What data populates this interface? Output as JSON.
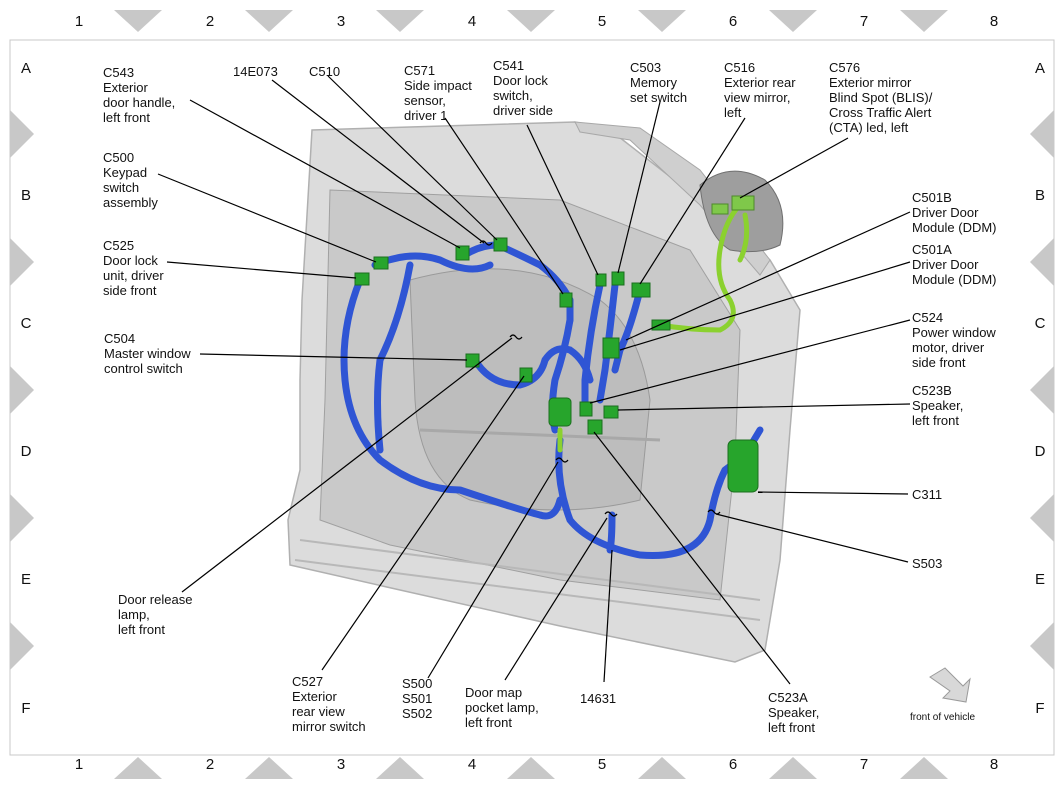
{
  "grid": {
    "columns": [
      "1",
      "2",
      "3",
      "4",
      "5",
      "6",
      "7",
      "8"
    ],
    "rows": [
      "A",
      "B",
      "C",
      "D",
      "E",
      "F"
    ]
  },
  "callouts": {
    "c543": [
      "C543",
      "Exterior",
      "door handle,",
      "left front"
    ],
    "e14e073": [
      "14E073"
    ],
    "c510": [
      "C510"
    ],
    "c571": [
      "C571",
      "Side impact",
      "sensor,",
      "driver 1"
    ],
    "c541": [
      "C541",
      "Door lock",
      "switch,",
      "driver side"
    ],
    "c503": [
      "C503",
      "Memory",
      "set switch"
    ],
    "c516": [
      "C516",
      "Exterior rear",
      "view mirror,",
      "left"
    ],
    "c576": [
      "C576",
      "Exterior mirror",
      "Blind Spot (BLIS)/",
      "Cross Traffic Alert",
      "(CTA) led, left"
    ],
    "c500": [
      "C500",
      "Keypad",
      "switch",
      "assembly"
    ],
    "c525": [
      "C525",
      "Door lock",
      "unit, driver",
      "side front"
    ],
    "c504": [
      "C504",
      "Master window",
      "control switch"
    ],
    "c501b": [
      "C501B",
      "Driver Door",
      "Module (DDM)"
    ],
    "c501a": [
      "C501A",
      "Driver Door",
      "Module (DDM)"
    ],
    "c524": [
      "C524",
      "Power window",
      "motor, driver",
      "side front"
    ],
    "c523b": [
      "C523B",
      "Speaker,",
      "left front"
    ],
    "c311": [
      "C311"
    ],
    "s503": [
      "S503"
    ],
    "door_release": [
      "Door release",
      "lamp,",
      "left front"
    ],
    "c527": [
      "C527",
      "Exterior",
      "rear view",
      "mirror switch"
    ],
    "s500": [
      "S500",
      "S501",
      "S502"
    ],
    "map_lamp": [
      "Door map",
      "pocket lamp,",
      "left front"
    ],
    "e14631": [
      "14631"
    ],
    "c523a": [
      "C523A",
      "Speaker,",
      "left front"
    ]
  },
  "orientation": {
    "label": "front of vehicle",
    "icon": "arrow-icon"
  },
  "colors": {
    "harness_blue": "#2f55d4",
    "harness_green": "#8bd12f",
    "connector_green": "#27a52c",
    "door_gray": "#d9d9d9",
    "border_gray": "#c8c8c8",
    "leader": "#000000"
  }
}
